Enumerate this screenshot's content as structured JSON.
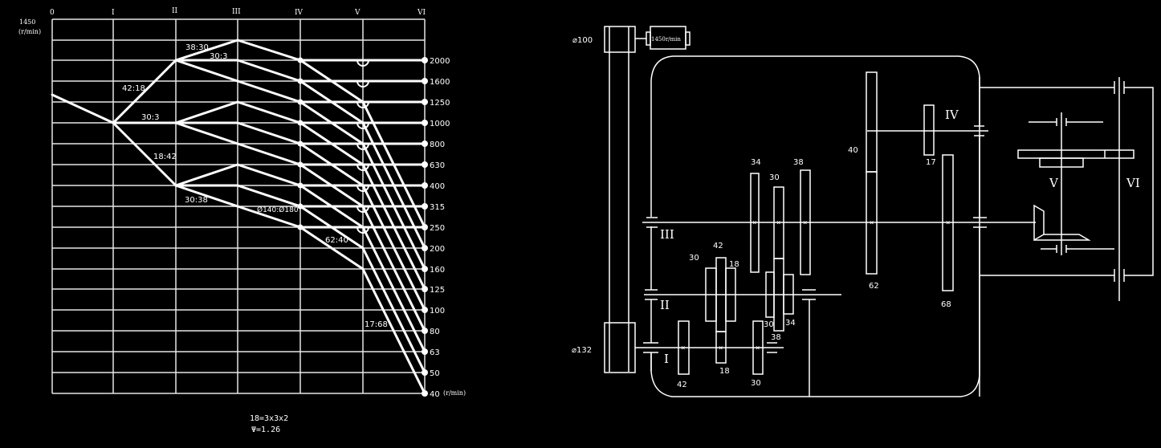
{
  "speed_chart": {
    "input_speed": "1450",
    "input_unit": "(r/min)",
    "output_unit": "(r/min)",
    "shafts": [
      "0",
      "I",
      "II",
      "III",
      "IV",
      "V",
      "VI"
    ],
    "output_speeds": [
      "2000",
      "1600",
      "1250",
      "1000",
      "800",
      "630",
      "400",
      "315",
      "250",
      "200",
      "160",
      "125",
      "100",
      "80",
      "63",
      "50",
      "40"
    ],
    "ratio_labels": {
      "r_42_18": "42:18",
      "r_30_3a": "30:3",
      "r_18_42": "18:42",
      "r_38_30": "38:30",
      "r_30_3b": "30:3",
      "r_30_38": "30:38",
      "r_belt": "Ø140:Ø180",
      "r_62_40": "62:40",
      "r_17_68": "17:68"
    },
    "formula_line1": "18=3x3x2",
    "formula_line2": "Ψ=1.26"
  },
  "transmission": {
    "pulley_small": "⌀100",
    "pulley_large": "⌀132",
    "motor_label": "1450r/min",
    "shaft_labels": {
      "I": "I",
      "II": "II",
      "III": "III",
      "IV": "IV",
      "V": "V",
      "VI": "VI"
    },
    "gears": {
      "g1_42": "42",
      "g1_18": "18",
      "g1_30": "30",
      "g2_30": "30",
      "g2_42": "42",
      "g2_18": "18",
      "g2_30b": "30",
      "g2_38": "38",
      "g2_34": "34",
      "g3_34": "34",
      "g3_30": "30",
      "g3_38": "38",
      "g3_40": "40",
      "g3_62": "62",
      "g4_17": "17",
      "g4_68": "68"
    }
  }
}
